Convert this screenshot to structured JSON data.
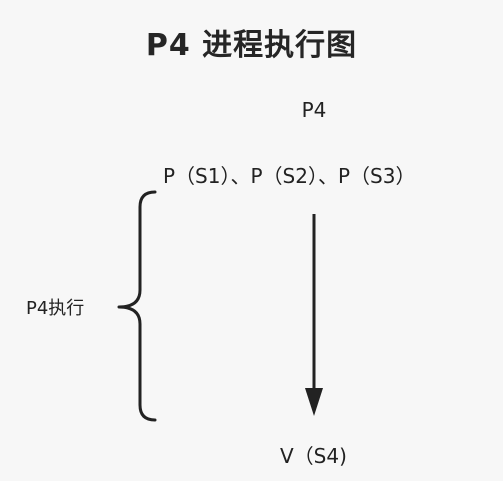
{
  "title": "P4 进程执行图",
  "nodes": {
    "process": "P4",
    "operations": "P（S1）、P（S2）、P（S3）",
    "release": "V（S4)"
  },
  "brace_label": "P4执行",
  "icons": {
    "flow_arrow": "arrow-down-icon",
    "brace": "curly-brace-icon"
  },
  "colors": {
    "background": "#f7f7f7",
    "stroke": "#222222",
    "text": "#222222"
  }
}
